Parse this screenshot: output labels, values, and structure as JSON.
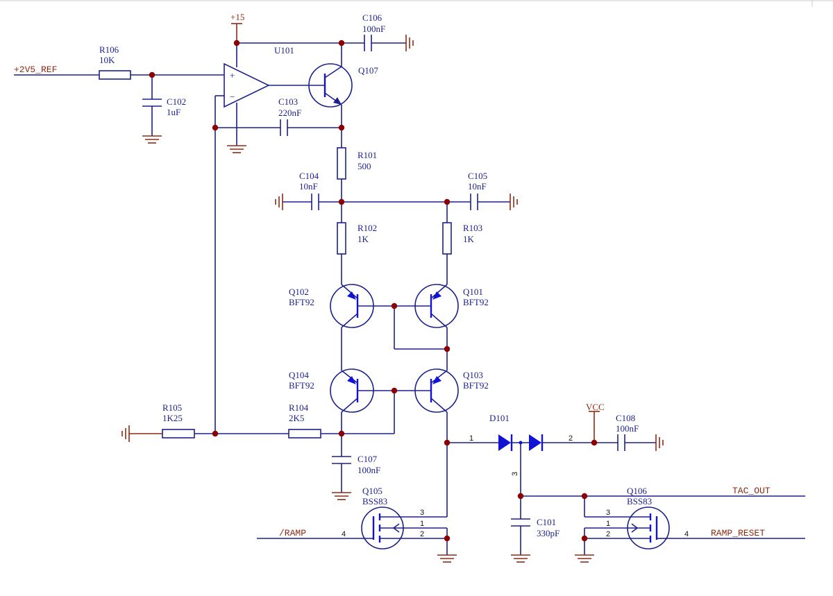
{
  "nets": {
    "v2v5_ref": "+2V5_REF",
    "plus15": "+15",
    "vcc": "VCC",
    "ramp_n": "/RAMP",
    "tac_out": "TAC_OUT",
    "ramp_reset": "RAMP_RESET"
  },
  "components": {
    "u101": {
      "ref": "U101"
    },
    "r106": {
      "ref": "R106",
      "value": "10K"
    },
    "c102": {
      "ref": "C102",
      "value": "1uF"
    },
    "c103": {
      "ref": "C103",
      "value": "220nF"
    },
    "c106": {
      "ref": "C106",
      "value": "100nF"
    },
    "q107": {
      "ref": "Q107"
    },
    "r101": {
      "ref": "R101",
      "value": "500"
    },
    "c104": {
      "ref": "C104",
      "value": "10nF"
    },
    "c105": {
      "ref": "C105",
      "value": "10nF"
    },
    "r102": {
      "ref": "R102",
      "value": "1K"
    },
    "r103": {
      "ref": "R103",
      "value": "1K"
    },
    "q102": {
      "ref": "Q102",
      "value": "BFT92"
    },
    "q101": {
      "ref": "Q101",
      "value": "BFT92"
    },
    "q104": {
      "ref": "Q104",
      "value": "BFT92"
    },
    "q103": {
      "ref": "Q103",
      "value": "BFT92"
    },
    "r105": {
      "ref": "R105",
      "value": "1K25"
    },
    "r104": {
      "ref": "R104",
      "value": "2K5"
    },
    "c107": {
      "ref": "C107",
      "value": "100nF"
    },
    "d101": {
      "ref": "D101"
    },
    "c108": {
      "ref": "C108",
      "value": "100nF"
    },
    "c101": {
      "ref": "C101",
      "value": "330pF"
    },
    "q105": {
      "ref": "Q105",
      "value": "BSS83"
    },
    "q106": {
      "ref": "Q106",
      "value": "BSS83"
    }
  },
  "opamp": {
    "plus": "+",
    "minus": "−"
  },
  "pins": {
    "d101_1": "1",
    "d101_2": "2",
    "d101_3": "3",
    "q105_3": "3",
    "q105_1": "1",
    "q105_2": "2",
    "q105_4": "4",
    "q106_3": "3",
    "q106_1": "1",
    "q106_2": "2",
    "q106_4": "4"
  },
  "colors": {
    "wire": "#1b1f8a",
    "power": "#8b2a14",
    "junction": "#8b0000",
    "device": "#1212d6"
  }
}
